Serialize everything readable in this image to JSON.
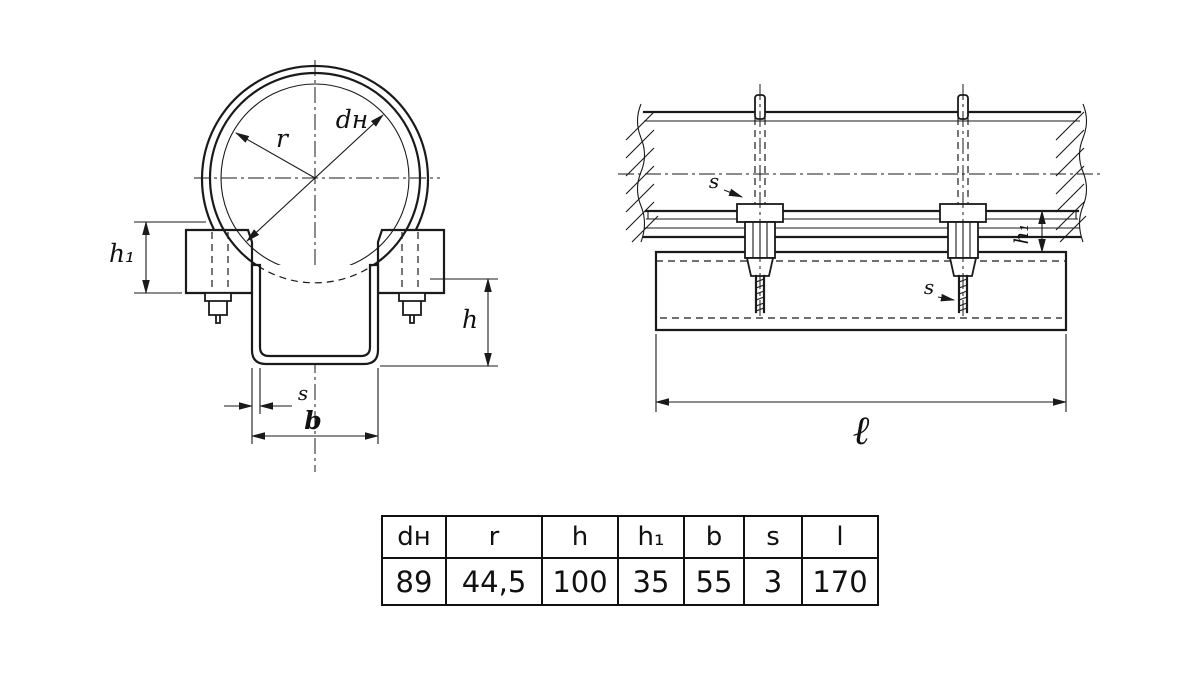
{
  "ink_color": "#1a1a1a",
  "drawing": {
    "description": "pipe clamp with U-bolt saddle, front view and side view",
    "labels": {
      "r": "r",
      "dn": "dн",
      "h": "h",
      "h1": "h₁",
      "b": "b",
      "s": "s",
      "l": "ℓ"
    }
  },
  "table": {
    "headers": [
      "dн",
      "r",
      "h",
      "h₁",
      "b",
      "s",
      "l"
    ],
    "values": [
      "89",
      "44,5",
      "100",
      "35",
      "55",
      "3",
      "170"
    ]
  }
}
